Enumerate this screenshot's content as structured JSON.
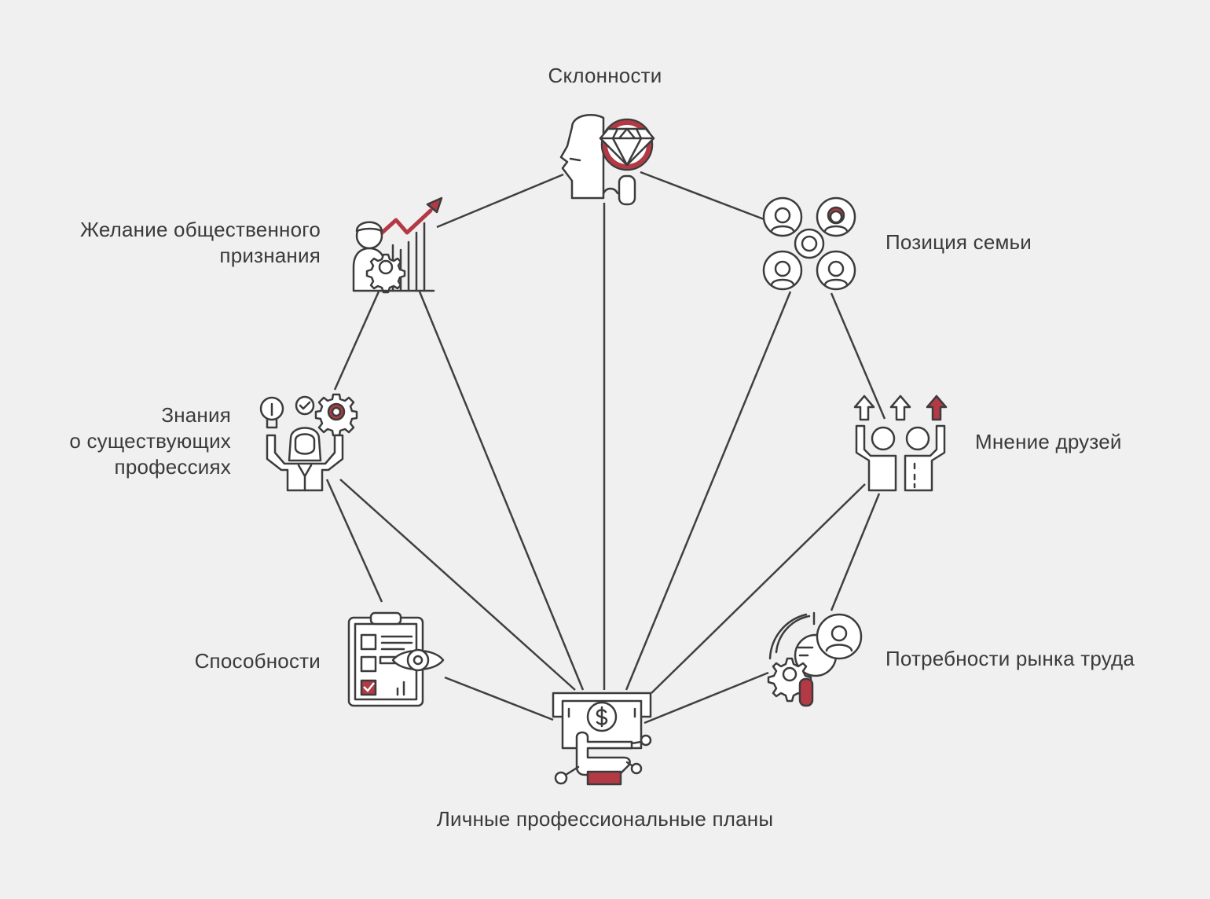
{
  "nodes": {
    "inclinations": {
      "lines": [
        "Склонности"
      ]
    },
    "family_position": {
      "lines": [
        "Позиция семьи"
      ]
    },
    "friends_opinion": {
      "lines": [
        "Мнение друзей"
      ]
    },
    "labor_market": {
      "lines": [
        "Потребности рынка труда"
      ]
    },
    "personal_plans": {
      "lines": [
        "Личные профессиональные планы"
      ]
    },
    "abilities": {
      "lines": [
        "Способности"
      ]
    },
    "professions_knowledge": {
      "lines": [
        "Знания",
        "о существующих",
        "профессиях"
      ]
    },
    "social_recognition": {
      "lines": [
        "Желание общественного",
        "признания"
      ]
    }
  },
  "icons": {
    "inclinations": "head-with-diamond-magnifier-icon",
    "family_position": "family-circle-icon",
    "friends_opinion": "friends-arrows-up-icon",
    "labor_market": "market-demand-gear-icon",
    "personal_plans": "hand-with-money-icon",
    "abilities": "checklist-eye-icon",
    "professions_knowledge": "woman-idea-gear-icon",
    "social_recognition": "man-growth-chart-icon"
  },
  "edges": [
    [
      "inclinations",
      "family_position"
    ],
    [
      "family_position",
      "friends_opinion"
    ],
    [
      "friends_opinion",
      "labor_market"
    ],
    [
      "labor_market",
      "personal_plans"
    ],
    [
      "personal_plans",
      "abilities"
    ],
    [
      "abilities",
      "professions_knowledge"
    ],
    [
      "professions_knowledge",
      "social_recognition"
    ],
    [
      "social_recognition",
      "inclinations"
    ],
    [
      "personal_plans",
      "inclinations"
    ],
    [
      "personal_plans",
      "family_position"
    ],
    [
      "personal_plans",
      "friends_opinion"
    ],
    [
      "personal_plans",
      "professions_knowledge"
    ],
    [
      "personal_plans",
      "social_recognition"
    ]
  ],
  "colors": {
    "background": "#f0f0f0",
    "line": "#404040",
    "accent": "#b33a45",
    "text": "#3a3a3a"
  }
}
